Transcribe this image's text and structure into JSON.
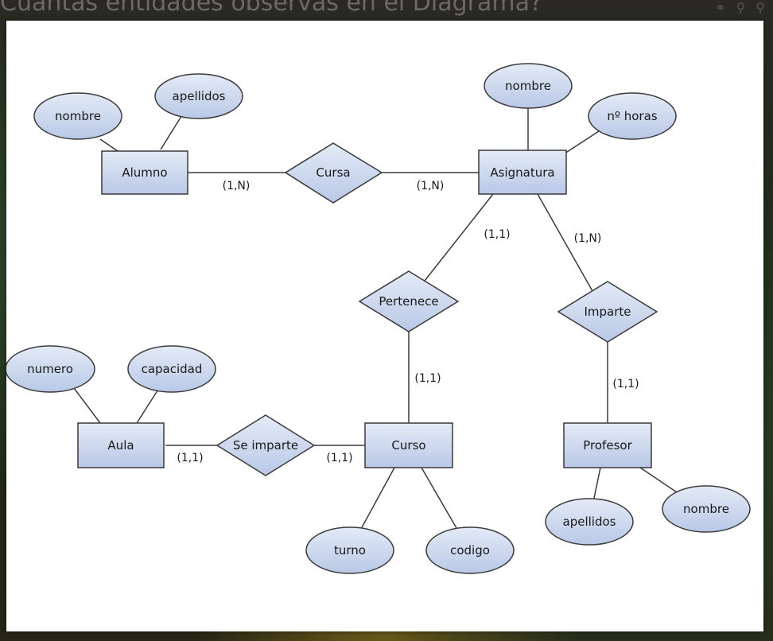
{
  "header": {
    "question": "Cuantas entidades observas en el Diagrama?"
  },
  "colors": {
    "entity_fill": "#c8d4ec",
    "attribute_fill": "#c8d4ec",
    "stroke": "#3a3a3a"
  },
  "diagram": {
    "entities": {
      "alumno": "Alumno",
      "asignatura": "Asignatura",
      "aula": "Aula",
      "curso": "Curso",
      "profesor": "Profesor"
    },
    "relationships": {
      "cursa": "Cursa",
      "pertenece": "Pertenece",
      "imparte": "Imparte",
      "se_imparte": "Se imparte"
    },
    "attributes": {
      "alumno_nombre": "nombre",
      "alumno_apellidos": "apellidos",
      "asignatura_nombre": "nombre",
      "asignatura_horas": "nº horas",
      "aula_numero": "numero",
      "aula_capacidad": "capacidad",
      "curso_turno": "turno",
      "curso_codigo": "codigo",
      "profesor_apellidos": "apellidos",
      "profesor_nombre": "nombre"
    },
    "cardinalities": {
      "alumno_cursa": "(1,N)",
      "cursa_asignatura": "(1,N)",
      "asignatura_pertenece": "(1,1)",
      "asignatura_imparte": "(1,N)",
      "pertenece_curso": "(1,1)",
      "imparte_profesor": "(1,1)",
      "aula_seimparte": "(1,1)",
      "seimparte_curso": "(1,1)"
    }
  }
}
